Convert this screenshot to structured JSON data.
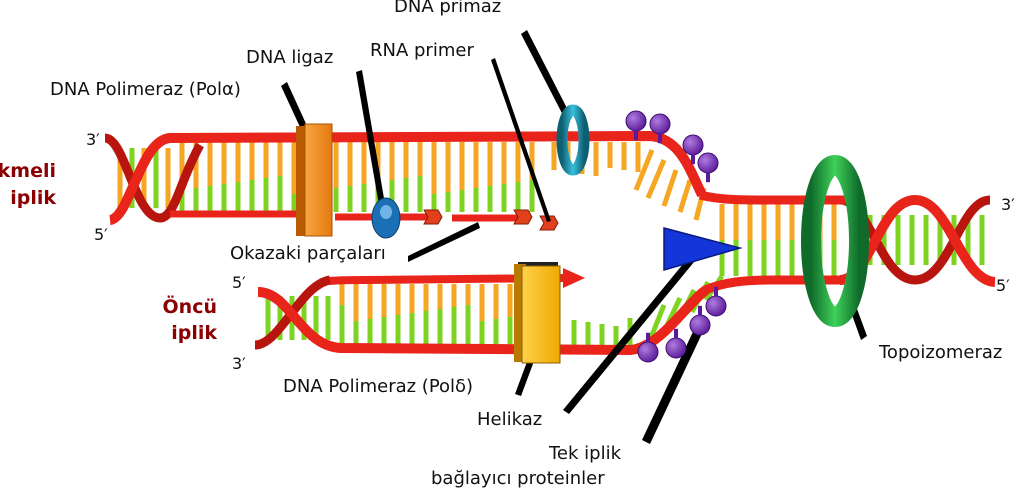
{
  "labels": {
    "dna_primase": "DNA primaz",
    "dna_ligase": "DNA ligaz",
    "rna_primer": "RNA primer",
    "pol_alpha": "DNA Polimeraz (Polα)",
    "okazaki": "Okazaki parçaları",
    "pol_delta": "DNA Polimeraz (Polδ)",
    "helicase": "Helikaz",
    "ssb_line1": "Tek iplik",
    "ssb_line2": "bağlayıcı proteinler",
    "topoisomerase": "Topoizomeraz"
  },
  "strands": {
    "lagging_line1": "Gecikmeli",
    "lagging_line2": "iplik",
    "leading_line1": "Öncü",
    "leading_line2": "iplik"
  },
  "ends": {
    "lag_3": "3′",
    "lag_5": "5′",
    "lead_5": "5′",
    "lead_3": "3′",
    "right_3": "3′",
    "right_5": "5′"
  },
  "colors": {
    "backbone": "#e8241b",
    "base_green": "#7ed321",
    "base_yellow": "#f5a623",
    "primase": "#1f9bb5",
    "ligase": "#1a6fb5",
    "pol_alpha": "#f7931e",
    "pol_delta": "#ffc000",
    "helicase": "#1435d8",
    "ssb": "#7b2cbf",
    "topoisomerase": "#22a845",
    "primer": "#e0401b",
    "label_red": "#8b0000"
  }
}
